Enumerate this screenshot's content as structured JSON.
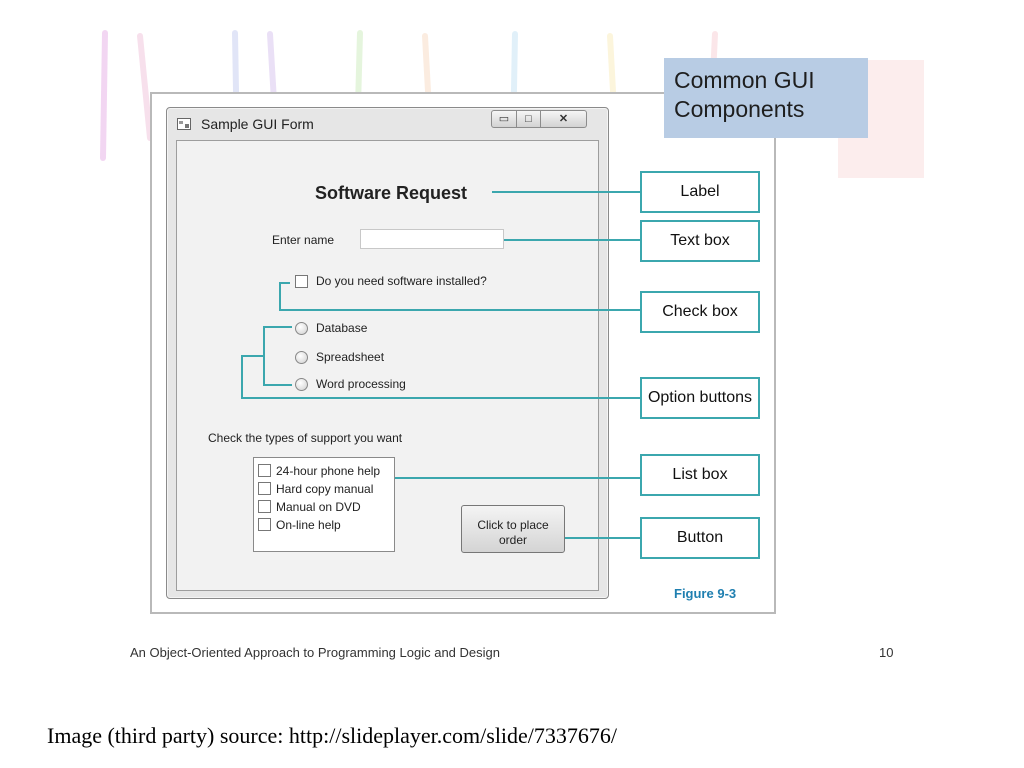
{
  "slide": {
    "title_line1": "Common GUI",
    "title_line2": "Components",
    "figure_label": "Figure 9-3",
    "footer_title": "An Object-Oriented Approach to Programming Logic and Design",
    "page_number": "10",
    "source": "Image (third party) source: http://slideplayer.com/slide/7337676/"
  },
  "window": {
    "title": "Sample GUI Form",
    "controls": {
      "minimize": "▭",
      "maximize": "□",
      "close": "✕"
    }
  },
  "form": {
    "heading": "Software Request",
    "name_label": "Enter name",
    "name_value": "",
    "install_checkbox_label": "Do you need software installed?",
    "options": [
      "Database",
      "Spreadsheet",
      "Word processing"
    ],
    "support_label": "Check the types of support you want",
    "support_items": [
      "24-hour phone help",
      "Hard copy manual",
      "Manual on DVD",
      "On-line help"
    ],
    "order_button": {
      "line1": "Click to place",
      "line2": "order"
    }
  },
  "callouts": {
    "label": "Label",
    "text_box": "Text box",
    "check_box": "Check box",
    "option_buttons": "Option buttons",
    "list_box": "List box",
    "button": "Button"
  },
  "colors": {
    "title_box_bg": "#b8cce4",
    "callout_border": "#3ba7ae",
    "figure_caption": "#1f7fb0"
  }
}
